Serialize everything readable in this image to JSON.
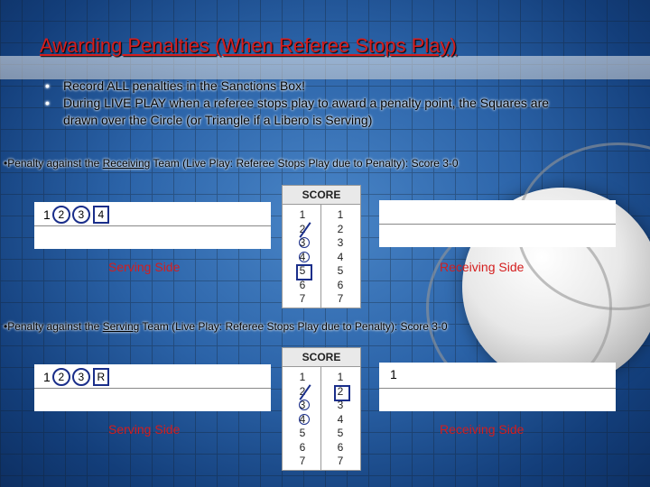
{
  "title": "Awarding Penalties (When Referee Stops Play)",
  "bullets": [
    "Record ALL penalties in the Sanctions Box!",
    "During LIVE PLAY when a referee stops play to award a penalty point, the Squares are",
    "drawn over the Circle (or Triangle if a Libero is Serving)"
  ],
  "section1": {
    "prefix": "•Penalty against the ",
    "team": "Receiving",
    "suffix": " Team (Live Play: Referee Stops Play due to Penalty):  Score 3-0",
    "rotation": [
      "1",
      "2",
      "3",
      "4"
    ],
    "serving_label": "Serving Side",
    "receiving_label": "Receiving Side",
    "score_head": "SCORE",
    "left_col": [
      "1",
      "2",
      "3",
      "4",
      "5",
      "6",
      "7"
    ],
    "right_col": [
      "1",
      "2",
      "3",
      "4",
      "5",
      "6",
      "7"
    ],
    "right_strip_text": ""
  },
  "section2": {
    "prefix": "•Penalty against the ",
    "team": "Serving",
    "suffix": " Team (Live Play: Referee Stops Play due to Penalty):  Score 3-0",
    "rotation": [
      "1",
      "2",
      "3",
      "R"
    ],
    "serving_label": "Serving Side",
    "receiving_label": "Receiving Side",
    "score_head": "SCORE",
    "left_col": [
      "1",
      "2",
      "3",
      "4",
      "5",
      "6",
      "7"
    ],
    "right_col": [
      "1",
      "2",
      "3",
      "4",
      "5",
      "6",
      "7"
    ],
    "right_strip_text": "1"
  }
}
